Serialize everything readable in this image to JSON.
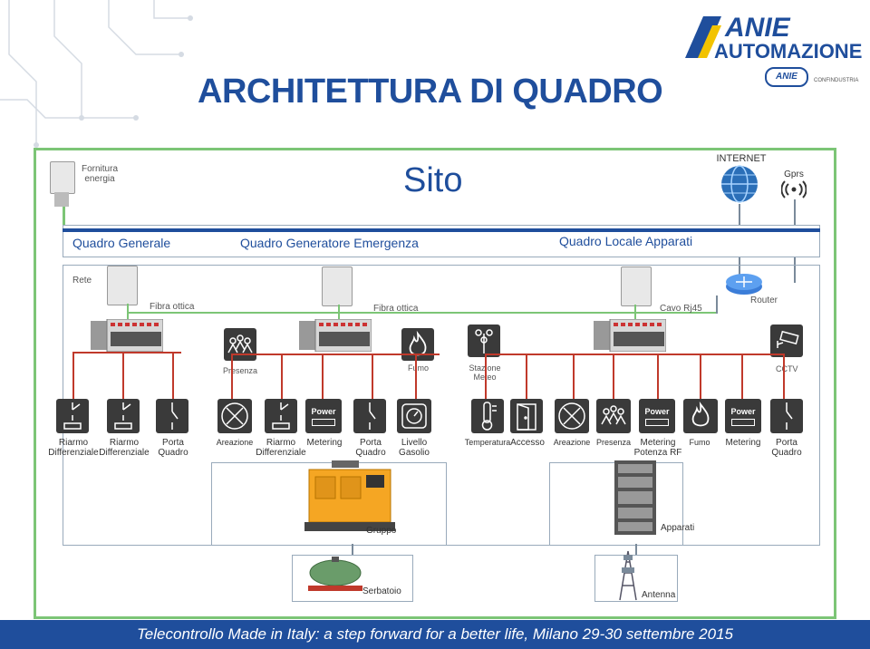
{
  "title": "ARCHITETTURA DI QUADRO",
  "logo": {
    "brand": "ANIE",
    "name": "AUTOMAZIONE",
    "badge": "ANIE",
    "sub": "CONFINDUSTRIA"
  },
  "top": {
    "fornitura": "Fornitura energia",
    "sito": "Sito",
    "internet": "INTERNET",
    "gprs": "Gprs"
  },
  "sections": {
    "generale": "Quadro Generale",
    "generatore": "Quadro Generatore Emergenza",
    "locale": "Quadro  Locale Apparati"
  },
  "rete": {
    "label": "Rete",
    "fibra1": "Fibra ottica",
    "fibra2": "Fibra ottica",
    "cavo": "Cavo Rj45",
    "router": "Router"
  },
  "sensors": {
    "presenza": "Presenza",
    "fumo": "Fumo",
    "stazione": "Stazione Meteo",
    "cctv": "CCTV"
  },
  "devices": [
    {
      "label": "Riarmo Differenziale",
      "icon": "switch-icon"
    },
    {
      "label": "Riarmo Differenziale",
      "icon": "switch-icon"
    },
    {
      "label": "Porta Quadro",
      "icon": "door-contact-icon"
    },
    {
      "label": "Areazione",
      "icon": "fan-icon"
    },
    {
      "label": "Riarmo Differenziale",
      "icon": "switch-icon"
    },
    {
      "label": "Metering",
      "icon": "power-meter-icon"
    },
    {
      "label": "Porta Quadro",
      "icon": "door-contact-icon"
    },
    {
      "label": "Livello Gasolio",
      "icon": "gauge-icon"
    },
    {
      "label": "Temperatura",
      "icon": "thermometer-icon"
    },
    {
      "label": "Accesso",
      "icon": "door-icon"
    },
    {
      "label": "Areazione",
      "icon": "fan-icon"
    },
    {
      "label": "Presenza",
      "icon": "people-icon"
    },
    {
      "label": "Metering Potenza RF",
      "icon": "power-meter-icon"
    },
    {
      "label": "Fumo",
      "icon": "fire-icon"
    },
    {
      "label": "Metering",
      "icon": "power-meter-icon"
    },
    {
      "label": "Porta Quadro",
      "icon": "door-contact-icon"
    }
  ],
  "power_label": "Power",
  "equipment": {
    "gruppo": "Gruppo",
    "apparati": "Apparati",
    "serbatoio": "Serbatoio",
    "antenna": "Antenna"
  },
  "footer": "Telecontrollo Made in Italy: a step forward for a better life, Milano 29-30 settembre 2015",
  "colors": {
    "accent": "#1f4e9c",
    "frame": "#7cc576",
    "wire_red": "#c0392b",
    "icon_bg": "#3a3a3a"
  }
}
